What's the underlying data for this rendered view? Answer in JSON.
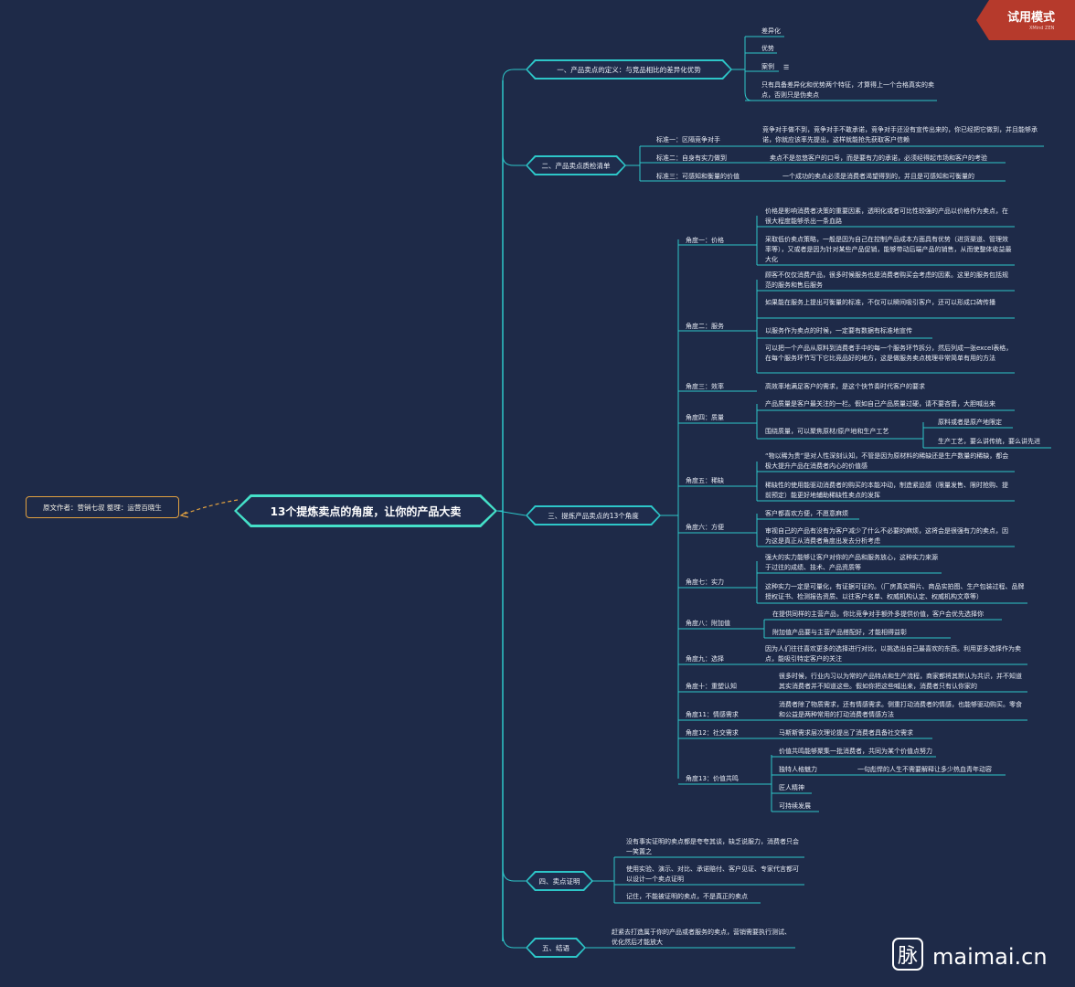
{
  "watermark": {
    "badge": "试用模式",
    "badge_sub": "XMind ZEN",
    "site": "maimai.cn",
    "logo_char": "脉"
  },
  "author": "原文作者：营销七叔     整理：运营百晓生",
  "central": "13个提炼卖点的角度，让你的产品大卖",
  "branches": {
    "b1": {
      "label": "一、产品卖点的定义：与竞品相比的差异化优势",
      "items": [
        "差异化",
        "优势",
        "案例",
        "只有具备差异化和优势两个特征，才算得上一个合格真实的卖点，否则只是伪卖点"
      ],
      "note_icon": "☰"
    },
    "b2": {
      "label": "二、产品卖点质检清单",
      "std1": "标准一：区隔竞争对手",
      "std1_text": "竞争对手做不到，竞争对手不敢承诺，竞争对手还没有宣传出来的，你已经把它做到，并且能够承诺，你就应该率先提出，这样就能抢先获取客户信赖",
      "std2": "标准二：自身有实力做到",
      "std2_text": "卖点不是忽悠客户的口号，而是要有力的承诺，必须经得起市场和客户的考验",
      "std3": "标准三：可感知和衡量的价值",
      "std3_text": "一个成功的卖点必须是消费者渴望得到的，并且是可感知和可衡量的"
    },
    "b3": {
      "label": "三、提炼产品卖点的13个角度",
      "a1": "角度一：价格",
      "a1_t1": "价格是影响消费者决策的重要因素，透明化或者可比性较强的产品以价格作为卖点，在很大程度能够杀出一条血路",
      "a1_t2": "采取低价卖点策略，一般是因为自己在控制产品成本方面具有优势（进货渠道、管理效率等），又或者是因为针对某些产品促销，能够带动后端产品的销售，从而使整体收益最大化",
      "a2": "角度二：服务",
      "a2_t1": "顾客不仅仅消费产品，很多时候服务也是消费者购买会考虑的因素。这里的服务包括规范的服务和售后服务",
      "a2_t2": "如果能在服务上提出可衡量的标准，不仅可以瞬间吸引客户，还可以形成口碑传播",
      "a2_t3": "以服务作为卖点的时候，一定要有数据有标准地宣传",
      "a2_t4": "可以把一个产品从原料到消费者手中的每一个服务环节拆分，然后列成一张excel表格，在每个服务环节写下它比竞品好的地方，这是做服务卖点梳理非常简单有用的方法",
      "a3": "角度三：效率",
      "a3_t1": "高效率地满足客户的需求，是这个快节奏时代客户的要求",
      "a4": "角度四：质量",
      "a4_t1": "产品质量是客户最关注的一栏。假如自己产品质量过硬，请不要吝啬，大胆喊出来",
      "a4_t2": "围绕质量，可以聚焦原材/原产地和生产工艺",
      "a4_t2a": "原料或者是原产地限定",
      "a4_t2b": "生产工艺，要么讲传统，要么讲先进",
      "a5": "角度五：稀缺",
      "a5_t1": "“物以稀为贵”是对人性深刻认知，不管是因为原材料的稀缺还是生产数量的稀缺，都会极大提升产品在消费者内心的价值感",
      "a5_t2": "稀缺性的使用能驱动消费者的购买的本能冲动，制造紧迫感（限量发售、限时抢购、提前预定）能更好地辅助稀缺性卖点的发挥",
      "a6": "角度六：方便",
      "a6_t1": "客户都喜欢方便，不愿意麻烦",
      "a6_t2": "审视自己的产品有没有为客户减少了什么不必要的麻烦，这将会是很强有力的卖点，因为这是真正从消费者角度出发去分析考虑",
      "a7": "角度七：实力",
      "a7_t1": "强大的实力能够让客户对你的产品和服务放心，这种实力来源于过往的成绩、技术、产品资质等",
      "a7_t2": "这种实力一定是可量化，有证据可证的。（厂房真实照片、商品实拍图、生产包装过程、品牌授权证书、检测报告资质、以往客户名单、权威机构认定、权威机构文章等）",
      "a8": "角度八：附加值",
      "a8_t1": "在提供同样的主营产品，你比竞争对手额外多提供价值，客户会优先选择你",
      "a8_t2": "附加值产品要与主营产品搭配好，才能相得益彰",
      "a9": "角度九：选择",
      "a9_t1": "因为人们往往喜欢更多的选择进行对比，以挑选出自己最喜欢的东西。利用更多选择作为卖点，能吸引特定客户的关注",
      "a10": "角度十：重塑认知",
      "a10_t1": "很多时候，行业内习以为常的产品特点和生产流程，商家都将其默认为共识，并不知道其实消费者并不知道这些。假如你把这些喊出来，消费者只有认你家的",
      "a11": "角度11：情感需求",
      "a11_t1": "消费者除了物质需求，还有情感需求。侧重打动消费者的情感，也能够驱动购买。零食和公益是两种常用的打动消费者情感方法",
      "a12": "角度12：社交需求",
      "a12_t1": "马斯斯需求层次理论提出了消费者具备社交需求",
      "a13": "角度13：价值共鸣",
      "a13_t1": "价值共鸣能够聚集一批消费者，共同为某个价值点努力",
      "a13_t2": "独特人格魅力",
      "a13_t2a": "一句彪悍的人生不需要解释让多少热血青年动容",
      "a13_t3": "匠人精神",
      "a13_t4": "可持续发展"
    },
    "b4": {
      "label": "四、卖点证明",
      "t1": "没有事实证明的卖点都是夸夸其谈，缺乏说服力，消费者只会一笑置之",
      "t2": "使用实验、演示、对比、承诺赔付、客户见证、专家代言都可以设计一个卖点证明",
      "t3": "记住，不能被证明的卖点，不是真正的卖点"
    },
    "b5": {
      "label": "五、结语",
      "t1": "赶紧去打造属于你的产品或者服务的卖点，营销需要执行测试、优化然后才能放大"
    }
  },
  "colors": {
    "background": "#1e2a48",
    "line": "#2dc6c8",
    "central_border": "#44e0c8",
    "author_border": "#e0a040",
    "badge": "#b63a2c"
  }
}
